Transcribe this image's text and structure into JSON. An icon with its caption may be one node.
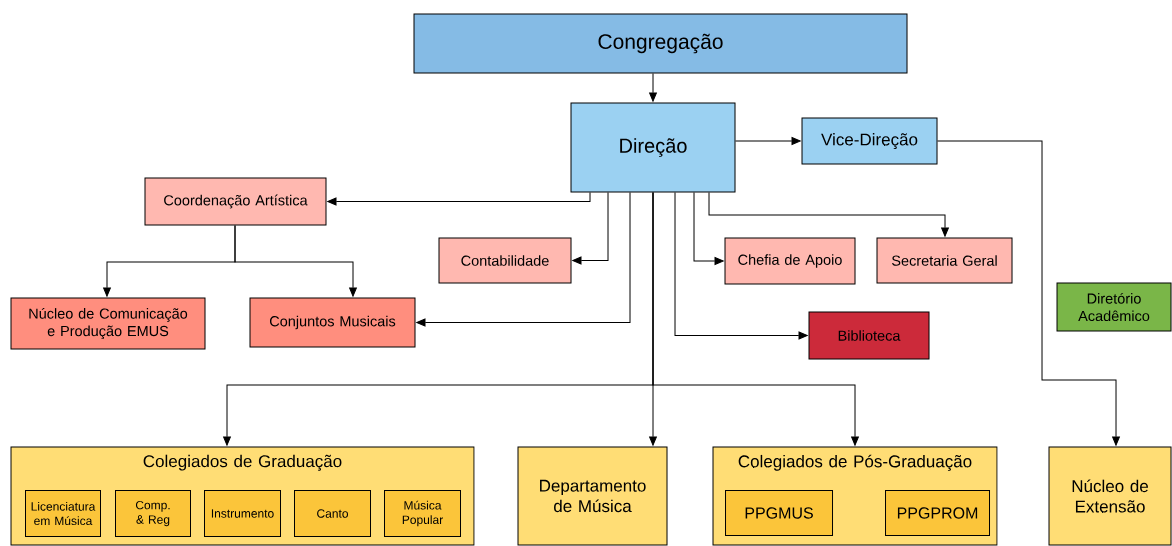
{
  "diagram": {
    "nodes": [
      {
        "text": [
          "Congregação"
        ]
      },
      {
        "text": [
          "Direção"
        ]
      },
      {
        "text": [
          "Vice-Direção"
        ]
      },
      {
        "text": [
          "Coordenação Artística"
        ]
      },
      {
        "text": [
          "Contabilidade"
        ]
      },
      {
        "text": [
          "Chefia de Apoio"
        ]
      },
      {
        "text": [
          "Secretaria Geral"
        ]
      },
      {
        "text": [
          "Núcleo de Comunicação e Produção EMUS"
        ]
      },
      {
        "text": [
          "Conjuntos Musicais"
        ]
      },
      {
        "text": [
          "Biblioteca"
        ]
      },
      {
        "text": [
          "Diretório Acadêmico"
        ]
      },
      {
        "text": [
          "Colegiados de Graduação"
        ]
      },
      {
        "text": [
          "Licenciatura em Música"
        ],
        "in": 11
      },
      {
        "text": [
          "Comp. & Reg"
        ],
        "in": 11
      },
      {
        "text": [
          "Instrumento"
        ],
        "in": 11
      },
      {
        "text": [
          "Canto"
        ],
        "in": 11
      },
      {
        "text": [
          "Música Popular"
        ],
        "in": 11
      },
      {
        "text": [
          "Departamento de Música"
        ]
      },
      {
        "text": [
          "Colegiados de Pós-Graduação"
        ]
      },
      {
        "text": [
          "PPGMUS"
        ],
        "in": 18
      },
      {
        "text": [
          "PPGPROM"
        ],
        "in": 18
      },
      {
        "text": [
          "Núcleo de Extensão"
        ]
      }
    ],
    "edges": [
      {
        "from": 0,
        "to": 1,
        "arrow": "to"
      },
      {
        "from": 1,
        "to": 2,
        "arrow": "to"
      },
      {
        "from": 1,
        "to": 3,
        "arrow": "to"
      },
      {
        "from": 1,
        "to": 4,
        "arrow": "to"
      },
      {
        "from": 1,
        "to": 8,
        "arrow": "to"
      },
      {
        "from": 1,
        "to": 11,
        "arrow": "to"
      },
      {
        "from": 1,
        "to": 17,
        "arrow": "to"
      },
      {
        "from": 1,
        "to": 18,
        "arrow": "to"
      },
      {
        "from": 1,
        "to": 9,
        "arrow": "to"
      },
      {
        "from": 1,
        "to": 5,
        "arrow": "to"
      },
      {
        "from": 1,
        "to": 6,
        "arrow": "to"
      },
      {
        "from": 2,
        "to": 21,
        "arrow": "to"
      },
      {
        "from": 3,
        "to": 7,
        "arrow": "to"
      },
      {
        "from": 3,
        "to": 8,
        "arrow": "to"
      }
    ]
  }
}
